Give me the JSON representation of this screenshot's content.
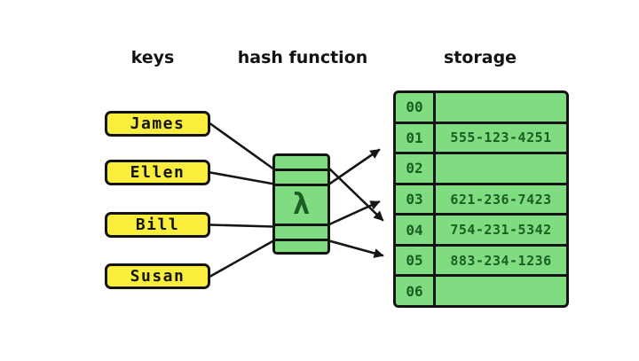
{
  "headers": {
    "keys": "keys",
    "hash_function": "hash function",
    "storage": "storage"
  },
  "keys": {
    "items": [
      {
        "label": "James"
      },
      {
        "label": "Ellen"
      },
      {
        "label": "Bill"
      },
      {
        "label": "Susan"
      }
    ]
  },
  "hash_function": {
    "symbol": "λ"
  },
  "storage": {
    "rows": [
      {
        "index": "00",
        "value": ""
      },
      {
        "index": "01",
        "value": "555-123-4251"
      },
      {
        "index": "02",
        "value": ""
      },
      {
        "index": "03",
        "value": "621-236-7423"
      },
      {
        "index": "04",
        "value": "754-231-5342"
      },
      {
        "index": "05",
        "value": "883-234-1236"
      },
      {
        "index": "06",
        "value": ""
      }
    ]
  },
  "mappings": [
    {
      "key": "James",
      "slot": "04"
    },
    {
      "key": "Ellen",
      "slot": "01"
    },
    {
      "key": "Bill",
      "slot": "03"
    },
    {
      "key": "Susan",
      "slot": "05"
    }
  ],
  "colors": {
    "background": "#ffffff",
    "key_fill": "#f9ee3c",
    "cell_fill": "#80dc80",
    "ink": "#141414",
    "value_ink": "#1b5e24"
  }
}
